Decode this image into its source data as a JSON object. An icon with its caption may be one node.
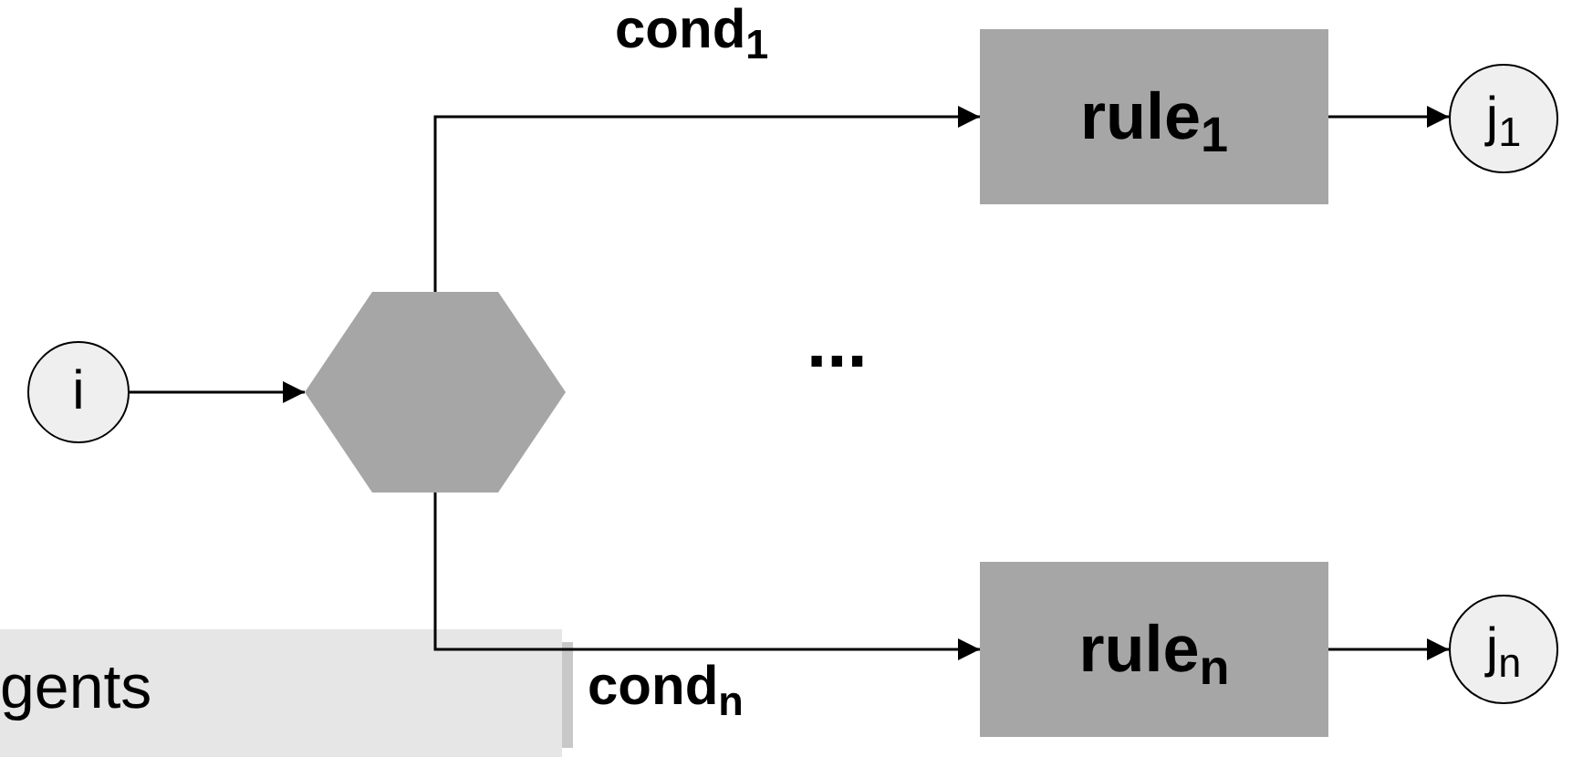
{
  "diagram": {
    "nodes": [
      {
        "text": [
          "i"
        ]
      },
      {
        "text": [],
        "shape": "hexagon"
      },
      {
        "text": [
          "rule$_{1}$"
        ]
      },
      {
        "text": [
          "j$_{1}$"
        ]
      },
      {
        "text": [
          "rule$_{n}$"
        ]
      },
      {
        "text": [
          "j$_{n}$"
        ]
      }
    ],
    "edges": [
      {
        "from": 0,
        "to": 1,
        "arrow": "to"
      },
      {
        "from": 1,
        "to": 2,
        "arrow": "to",
        "label": "cond$_{1}$"
      },
      {
        "from": 2,
        "to": 3,
        "arrow": "to"
      },
      {
        "from": 1,
        "to": 4,
        "arrow": "to",
        "label": "cond$_{n}$"
      },
      {
        "from": 4,
        "to": 5,
        "arrow": "to"
      }
    ],
    "labels": [
      "...",
      "gents"
    ]
  }
}
